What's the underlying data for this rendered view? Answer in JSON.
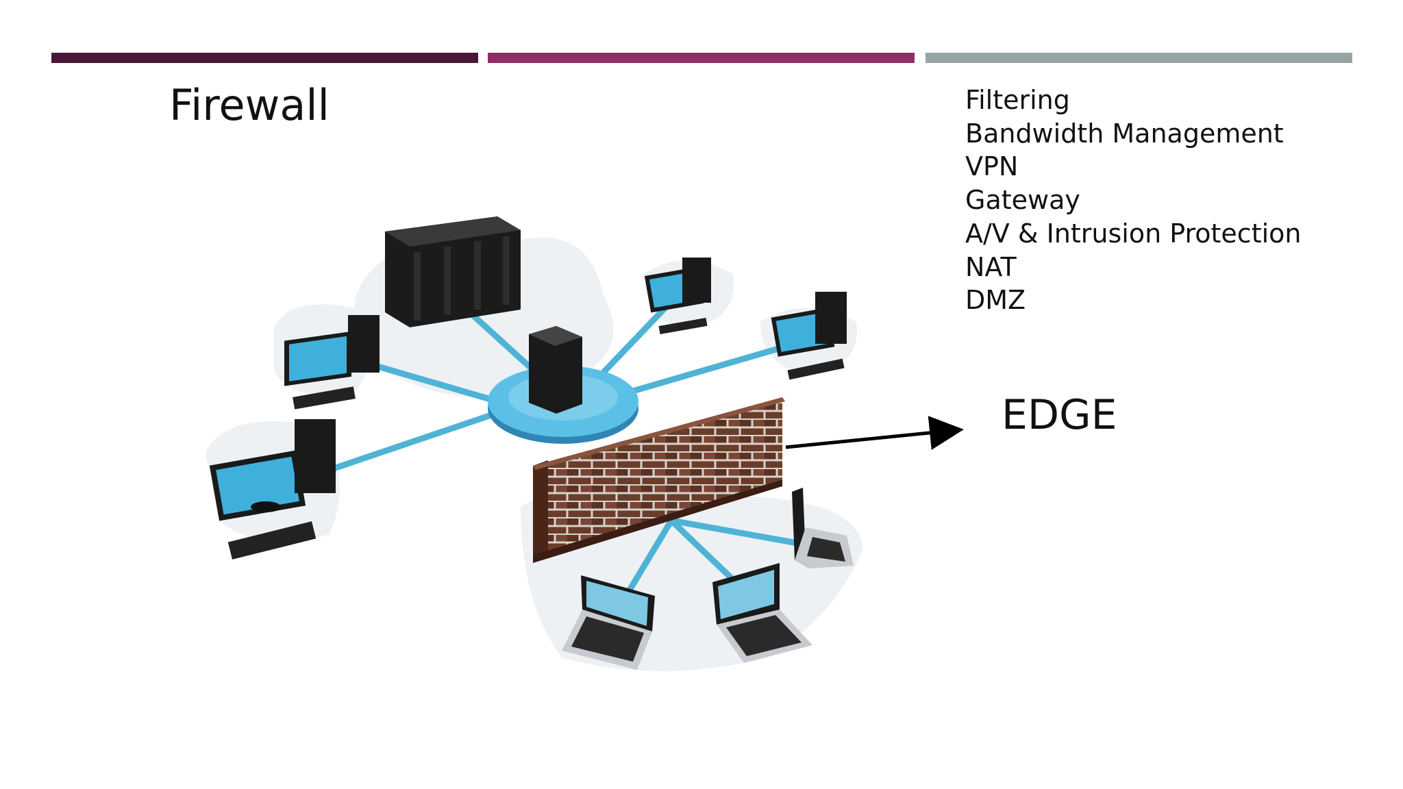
{
  "slide": {
    "title": "Firewall",
    "edge_label": "EDGE",
    "features": [
      "Filtering",
      "Bandwidth Management",
      "VPN",
      "Gateway",
      "A/V & Intrusion Protection",
      "NAT",
      "DMZ"
    ],
    "accent_colors": [
      "#4a1738",
      "#8e2f66",
      "#98a3a6"
    ]
  }
}
